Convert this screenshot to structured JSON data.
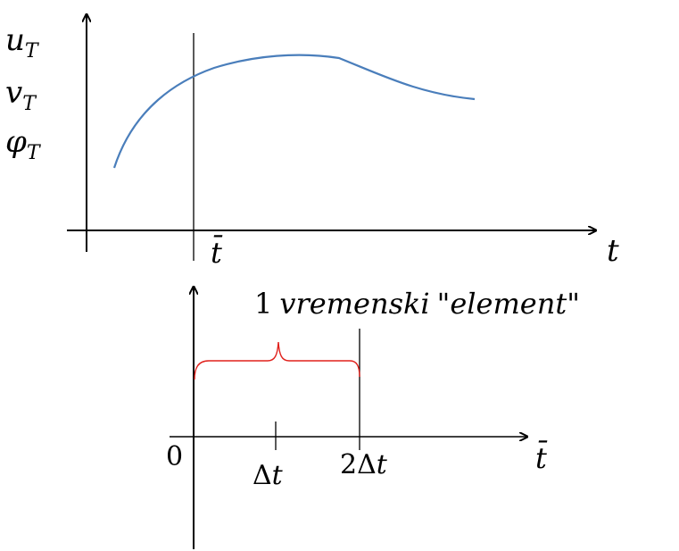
{
  "top_plot": {
    "y_labels": {
      "u": "u",
      "u_sub": "T",
      "v": "v",
      "v_sub": "T",
      "phi": "φ",
      "phi_sub": "T"
    },
    "x_axis_label": "t",
    "marker_label": "t̄",
    "curve_color": "#4a7ebb"
  },
  "bottom_plot": {
    "element_number": "1",
    "element_word": "vremenski",
    "element_quote": "\"element\"",
    "ticks": {
      "zero": "0",
      "dt": "Δt",
      "two_dt": "2Δt"
    },
    "x_axis_label": "t̄",
    "brace_color": "#e0201b"
  }
}
